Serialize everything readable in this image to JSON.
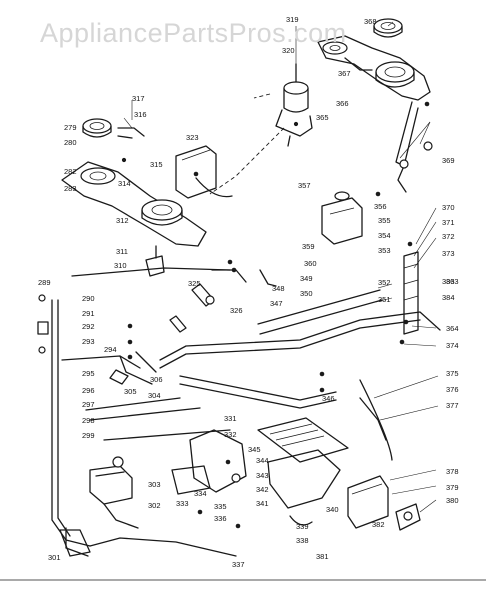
{
  "watermark": "AppliancePartsPros.com",
  "parts": [
    {
      "num": "279"
    },
    {
      "num": "280"
    },
    {
      "num": "282"
    },
    {
      "num": "283"
    },
    {
      "num": "289"
    },
    {
      "num": "290"
    },
    {
      "num": "291"
    },
    {
      "num": "292"
    },
    {
      "num": "293"
    },
    {
      "num": "294"
    },
    {
      "num": "295"
    },
    {
      "num": "296"
    },
    {
      "num": "297"
    },
    {
      "num": "298"
    },
    {
      "num": "299"
    },
    {
      "num": "301"
    },
    {
      "num": "302"
    },
    {
      "num": "303"
    },
    {
      "num": "304"
    },
    {
      "num": "305"
    },
    {
      "num": "306"
    },
    {
      "num": "310"
    },
    {
      "num": "311"
    },
    {
      "num": "312"
    },
    {
      "num": "314"
    },
    {
      "num": "315"
    },
    {
      "num": "316"
    },
    {
      "num": "317"
    },
    {
      "num": "319"
    },
    {
      "num": "320"
    },
    {
      "num": "323"
    },
    {
      "num": "325"
    },
    {
      "num": "326"
    },
    {
      "num": "331"
    },
    {
      "num": "332"
    },
    {
      "num": "333"
    },
    {
      "num": "334"
    },
    {
      "num": "335"
    },
    {
      "num": "336"
    },
    {
      "num": "337"
    },
    {
      "num": "338"
    },
    {
      "num": "339"
    },
    {
      "num": "340"
    },
    {
      "num": "341"
    },
    {
      "num": "342"
    },
    {
      "num": "343"
    },
    {
      "num": "344"
    },
    {
      "num": "345"
    },
    {
      "num": "346"
    },
    {
      "num": "347"
    },
    {
      "num": "348"
    },
    {
      "num": "349"
    },
    {
      "num": "350"
    },
    {
      "num": "351"
    },
    {
      "num": "352"
    },
    {
      "num": "353"
    },
    {
      "num": "354"
    },
    {
      "num": "355"
    },
    {
      "num": "356"
    },
    {
      "num": "357"
    },
    {
      "num": "359"
    },
    {
      "num": "360"
    },
    {
      "num": "363"
    },
    {
      "num": "364"
    },
    {
      "num": "365"
    },
    {
      "num": "366"
    },
    {
      "num": "367"
    },
    {
      "num": "368"
    },
    {
      "num": "369"
    },
    {
      "num": "370"
    },
    {
      "num": "371"
    },
    {
      "num": "372"
    },
    {
      "num": "373"
    },
    {
      "num": "374"
    },
    {
      "num": "375"
    },
    {
      "num": "376"
    },
    {
      "num": "377"
    },
    {
      "num": "378"
    },
    {
      "num": "379"
    },
    {
      "num": "380"
    },
    {
      "num": "381"
    },
    {
      "num": "382"
    },
    {
      "num": "383"
    },
    {
      "num": "384"
    }
  ]
}
